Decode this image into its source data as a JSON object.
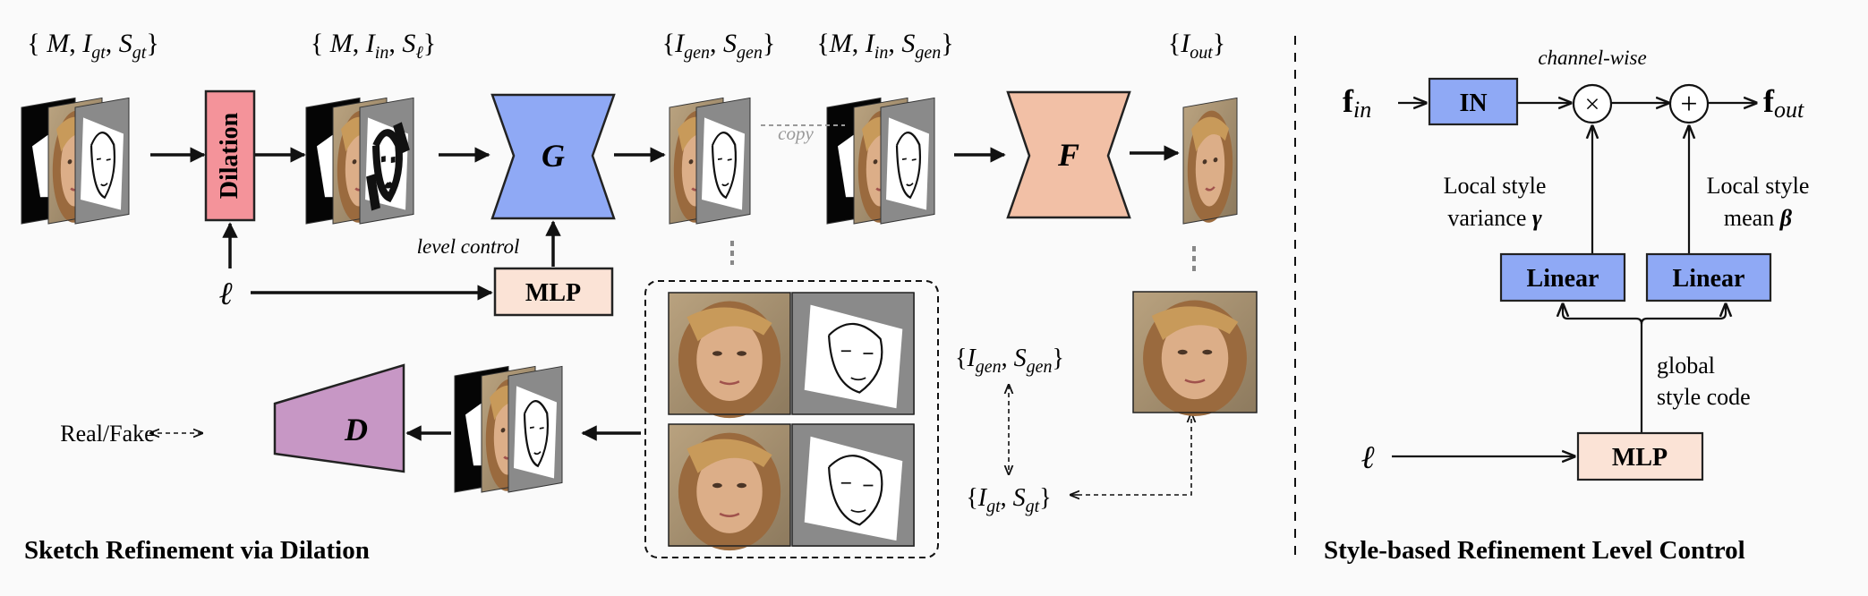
{
  "set_labels": {
    "input": "{M, Igt, Sgt}",
    "dilated": "{M, Iin, Sℓ}",
    "generated": "{Igen, Sgen}",
    "copied": "{M, Iin, Sgen}",
    "output": "{Iout}"
  },
  "set_labels_parts": {
    "input": [
      "{ ",
      "M",
      ", ",
      "I",
      "gt",
      ", ",
      "S",
      "gt",
      "}"
    ],
    "dilated": [
      "{ ",
      "M",
      ", ",
      "I",
      "in",
      ", ",
      "S",
      "ℓ",
      "}"
    ],
    "generated": [
      "{",
      "I",
      "gen",
      ", ",
      "S",
      "gen",
      "}"
    ],
    "copied": [
      "{",
      "M",
      ", ",
      "I",
      "in",
      ", ",
      "S",
      "gen",
      "}"
    ],
    "output": [
      "{",
      "I",
      "out",
      "}"
    ]
  },
  "blocks": {
    "dilation": "Dilation",
    "generator": "G",
    "refiner": "F",
    "discriminator": "D",
    "mlp": "MLP"
  },
  "labels": {
    "level_symbol": "ℓ",
    "level_control": "level control",
    "copy": "copy",
    "real_fake": "Real/Fake",
    "gen_pair": "{Igen, Sgen}",
    "gt_pair": "{Igt, Sgt}",
    "left_title": "Sketch Refinement via Dilation",
    "right_title": "Style-based Refinement Level Control"
  },
  "right_panel": {
    "f_in": "fin",
    "f_out": "fout",
    "in_block": "IN",
    "channel_wise": "channel-wise",
    "multiply": "×",
    "add": "+",
    "variance_label_1": "Local style",
    "variance_label_2": "variance",
    "gamma": "γ",
    "mean_label_1": "Local style",
    "mean_label_2": "mean",
    "beta": "β",
    "linear_1": "Linear",
    "linear_2": "Linear",
    "global_style_1": "global",
    "global_style_2": "style code",
    "level_symbol": "ℓ",
    "mlp": "MLP"
  },
  "colors": {
    "dilation": "#f4939a",
    "generator": "#8fa9f5",
    "refiner": "#f2c0a6",
    "discriminator": "#c797c5",
    "mlp": "#fbe3d6",
    "linear": "#8fa9f5",
    "sketch_gray": "#8a8a8a",
    "skin": "#c99a76",
    "hair": "#9a6a3e"
  },
  "icons": [
    "mask-icon",
    "face-photo-icon",
    "sketch-icon",
    "multiply-icon",
    "add-icon"
  ]
}
